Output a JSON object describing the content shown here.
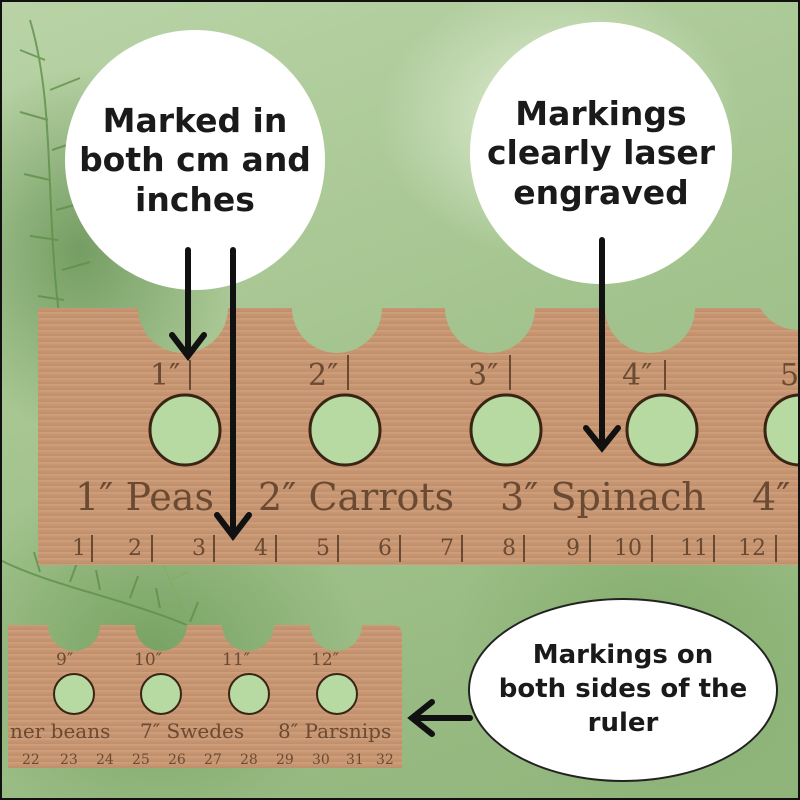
{
  "callouts": {
    "cm_inches": "Marked in\nboth cm and\ninches",
    "laser": "Markings\nclearly laser\nengraved",
    "both_sides": "Markings on\nboth sides of the\nruler"
  },
  "big_ruler": {
    "inch_marks": [
      "1″",
      "2″",
      "3″",
      "4″",
      "5"
    ],
    "labels": [
      "1″ Peas",
      "2″ Carrots",
      "3″ Spinach",
      "4″"
    ],
    "cm": [
      "1",
      "2",
      "3",
      "4",
      "5",
      "6",
      "7",
      "8",
      "9",
      "10",
      "11",
      "12"
    ]
  },
  "small_ruler": {
    "inch_marks": [
      "9″",
      "10″",
      "11″",
      "12″"
    ],
    "labels": [
      "ner beans",
      "7″ Swedes",
      "8″ Parsnips"
    ],
    "cm": [
      "22",
      "23",
      "24",
      "25",
      "26",
      "27",
      "28",
      "29",
      "30",
      "31",
      "32"
    ]
  },
  "colors": {
    "wood": "#c99874",
    "engraving": "#6b4a33",
    "arrow": "#111111"
  }
}
